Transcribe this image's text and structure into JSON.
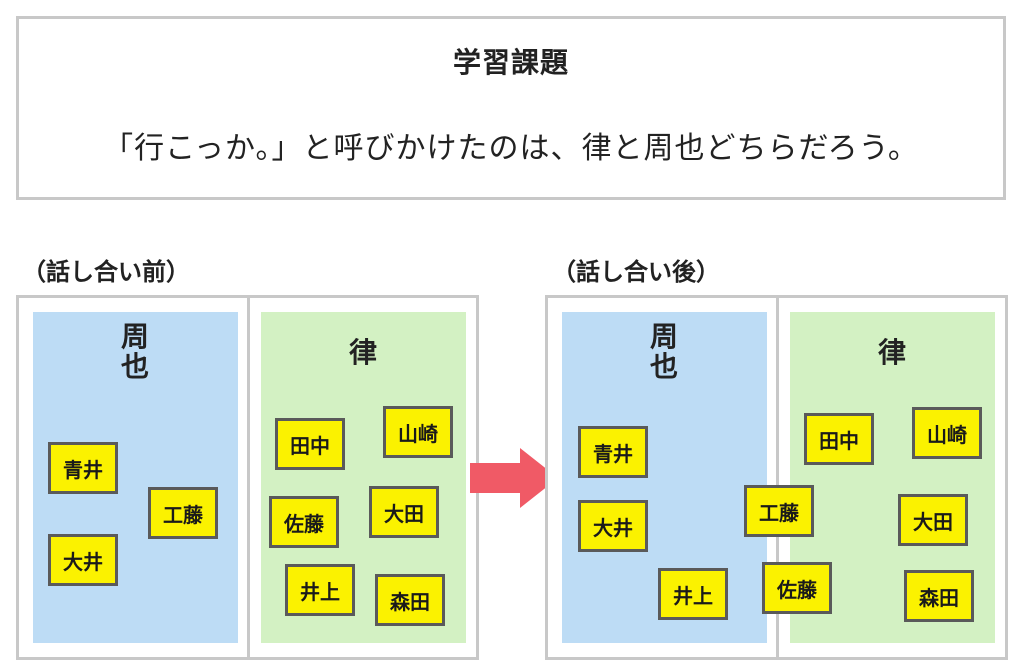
{
  "task": {
    "title": "学習課題",
    "text": "「行こっか。」と呼びかけたのは、律と周也どちらだろう。"
  },
  "before": {
    "label": "（話し合い前）",
    "left_column": {
      "title": "周也",
      "notes": [
        "青井",
        "工藤",
        "大井"
      ]
    },
    "right_column": {
      "title": "律",
      "notes": [
        "田中",
        "山崎",
        "佐藤",
        "大田",
        "井上",
        "森田"
      ]
    }
  },
  "after": {
    "label": "（話し合い後）",
    "left_column": {
      "title": "周也",
      "notes": [
        "青井",
        "大井",
        "井上"
      ]
    },
    "right_column": {
      "title": "律",
      "notes": [
        "田中",
        "山崎",
        "大田",
        "森田"
      ]
    },
    "boundary_notes": [
      "工藤",
      "佐藤"
    ]
  },
  "colors": {
    "shuuya_column": "#bddcf5",
    "ritsu_column": "#d3f1c3",
    "note": "#fbf200",
    "arrow": "#f05a66"
  },
  "arrow_icon": "right-arrow-icon"
}
